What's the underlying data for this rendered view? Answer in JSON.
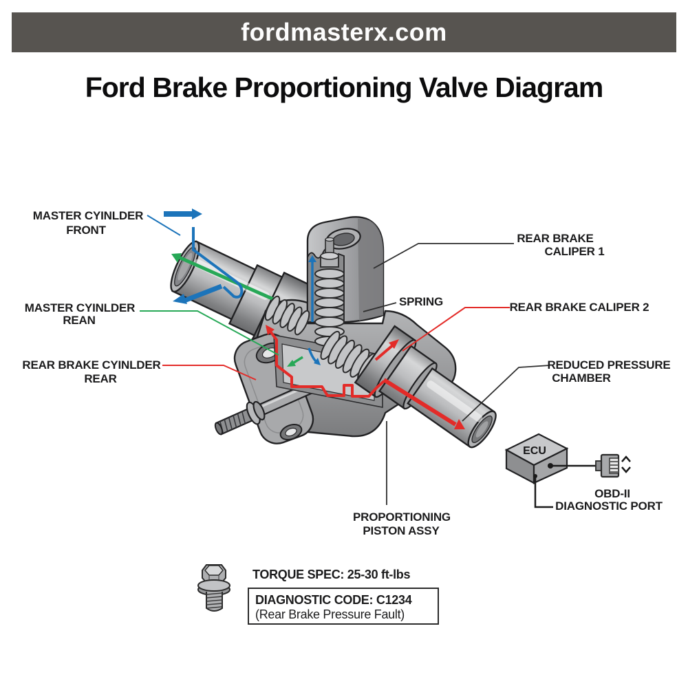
{
  "banner": {
    "text": "fordmasterx.com",
    "bg_color": "#575450"
  },
  "title": {
    "text": "Ford Brake Proportioning Valve Diagram"
  },
  "labels": {
    "master_front": {
      "line1": "MASTER CYINLDER",
      "line2": "FRONT"
    },
    "master_rear": {
      "line1": "MASTER CYINLDER",
      "line2": "REAN"
    },
    "rear_brake_cylinder": {
      "line1": "REAR BRAKE CYINLDER",
      "line2": "REAR"
    },
    "rear_caliper_1": {
      "line1": "REAR BRAKE",
      "line2": "CALIPER 1"
    },
    "spring": {
      "text": "SPRING"
    },
    "rear_caliper_2": {
      "text": "REAR BRAKE CALIPER 2"
    },
    "reduced_pressure": {
      "line1": "REDUCED PRESSURE",
      "line2": "CHAMBER"
    },
    "proportioning": {
      "line1": "PROPORTIONING",
      "line2": "PISTON ASSY"
    },
    "ecu": {
      "text": "ECU"
    },
    "obd_port": {
      "line1": "OBD-II",
      "line2": "DIAGNOSTIC PORT"
    }
  },
  "notes": {
    "torque": {
      "text": "TORQUE SPEC: 25-30 ft-lbs"
    },
    "diagnostic": {
      "code": "DIAGNOSTIC CODE: C1234",
      "description": "(Rear Brake Pressure Fault)"
    }
  },
  "colors": {
    "front_circuit_blue": "#1c74ba",
    "rear_circuit_green": "#27a857",
    "reduced_circuit_red": "#e32b28",
    "metal_gray": "#a4a5a7",
    "outline": "#212123"
  }
}
